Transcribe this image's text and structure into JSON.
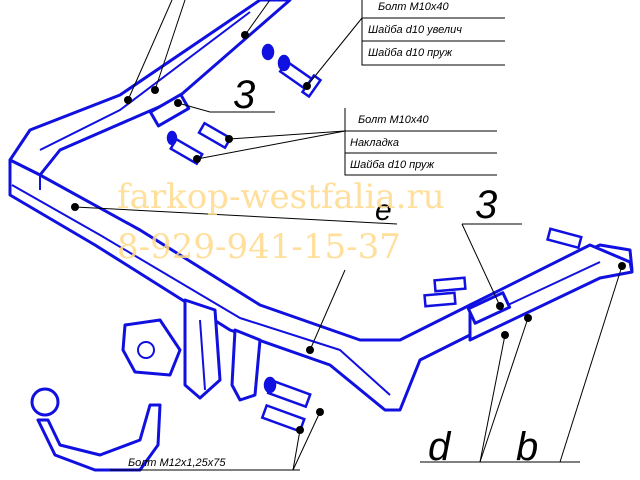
{
  "callouts": {
    "top_bolt": "Болт M10x40",
    "top_washer_large": "Шайба d10 увелич",
    "top_washer_spring": "Шайба d10 пруж",
    "mid_bolt": "Болт M10x40",
    "mid_plate": "Накладка",
    "mid_washer_spring": "Шайба d10 пруж",
    "bottom_bolt": "Болт M12x1,25x75"
  },
  "part_letters": {
    "left_three": "3",
    "right_three": "3",
    "e": "e",
    "d": "d",
    "b": "b"
  },
  "watermark": {
    "site": "farkop-westfalia.ru",
    "phone": "8-929-941-15-37"
  },
  "colors": {
    "frame": "#1010e0",
    "frame_light": "#3a3af5",
    "line": "#000000",
    "watermark": "#ffd98a"
  }
}
